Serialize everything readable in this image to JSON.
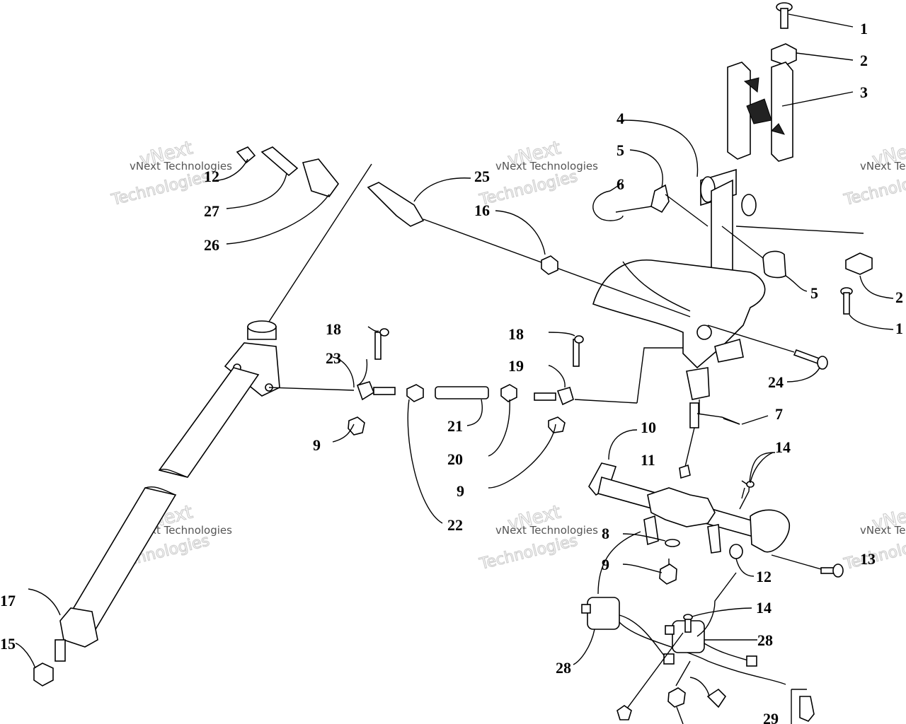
{
  "watermark": {
    "small": "vNext Technologies",
    "large1": "vNext",
    "large2": "Technologies"
  },
  "callouts": [
    {
      "id": "c1",
      "text": "1"
    },
    {
      "id": "c2",
      "text": "2"
    },
    {
      "id": "c3",
      "text": "3"
    },
    {
      "id": "c4",
      "text": "4"
    },
    {
      "id": "c5a",
      "text": "5"
    },
    {
      "id": "c6",
      "text": "6"
    },
    {
      "id": "c5b",
      "text": "5"
    },
    {
      "id": "c2r",
      "text": "2"
    },
    {
      "id": "c1r",
      "text": "1"
    },
    {
      "id": "c12a",
      "text": "12"
    },
    {
      "id": "c27",
      "text": "27"
    },
    {
      "id": "c26",
      "text": "26"
    },
    {
      "id": "c25",
      "text": "25"
    },
    {
      "id": "c16",
      "text": "16"
    },
    {
      "id": "c24",
      "text": "24"
    },
    {
      "id": "c18a",
      "text": "18"
    },
    {
      "id": "c23",
      "text": "23"
    },
    {
      "id": "c18b",
      "text": "18"
    },
    {
      "id": "c19",
      "text": "19"
    },
    {
      "id": "c7",
      "text": "7"
    },
    {
      "id": "c9a",
      "text": "9"
    },
    {
      "id": "c21",
      "text": "21"
    },
    {
      "id": "c20",
      "text": "20"
    },
    {
      "id": "c9b",
      "text": "9"
    },
    {
      "id": "c22",
      "text": "22"
    },
    {
      "id": "c10",
      "text": "10"
    },
    {
      "id": "c11",
      "text": "11"
    },
    {
      "id": "c14a",
      "text": "14"
    },
    {
      "id": "c8",
      "text": "8"
    },
    {
      "id": "c9c",
      "text": "9"
    },
    {
      "id": "c12b",
      "text": "12"
    },
    {
      "id": "c13",
      "text": "13"
    },
    {
      "id": "c14b",
      "text": "14"
    },
    {
      "id": "c28a",
      "text": "28"
    },
    {
      "id": "c28b",
      "text": "28"
    },
    {
      "id": "c17",
      "text": "17"
    },
    {
      "id": "c15",
      "text": "15"
    },
    {
      "id": "c29",
      "text": "29"
    }
  ]
}
